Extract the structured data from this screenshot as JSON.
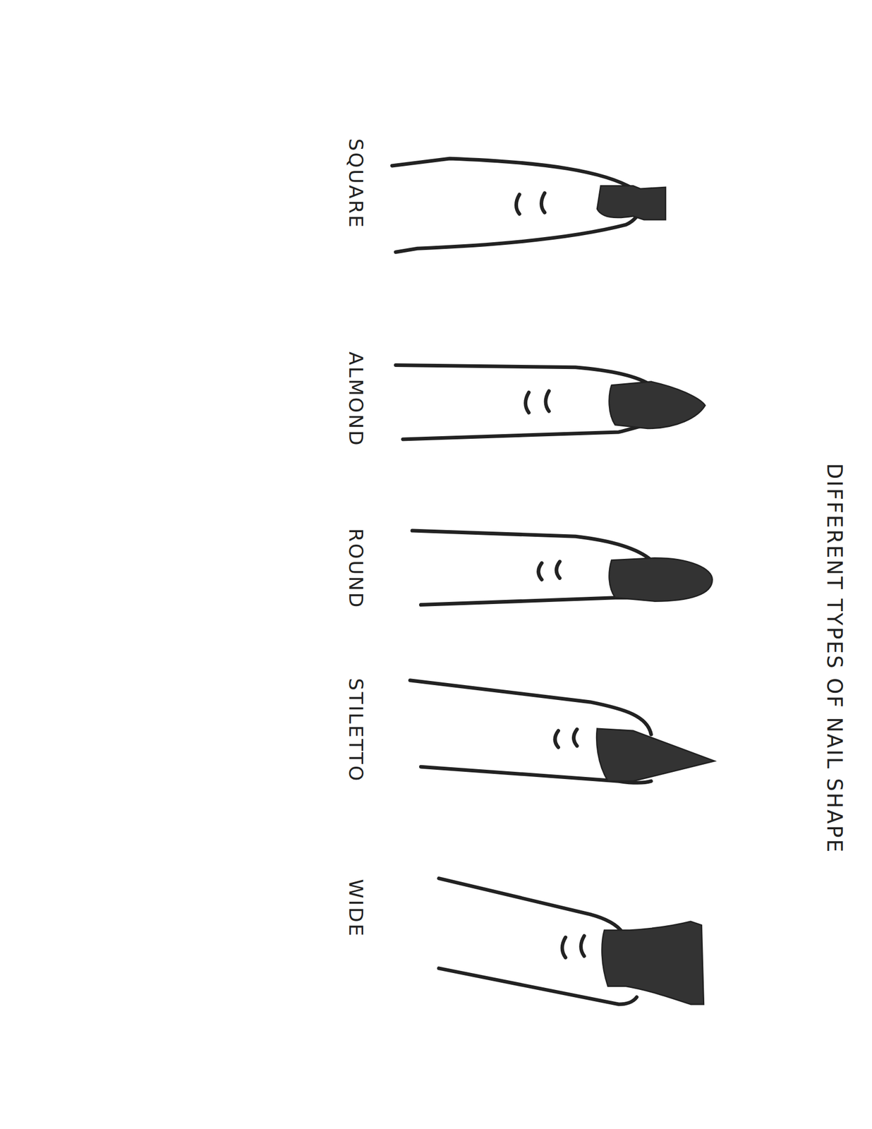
{
  "diagram": {
    "title": "DIFFERENT TYPES OF NAIL SHAPE",
    "labels": [
      "SQUARE",
      "ALMOND",
      "ROUND",
      "STILETTO",
      "WIDE"
    ]
  }
}
